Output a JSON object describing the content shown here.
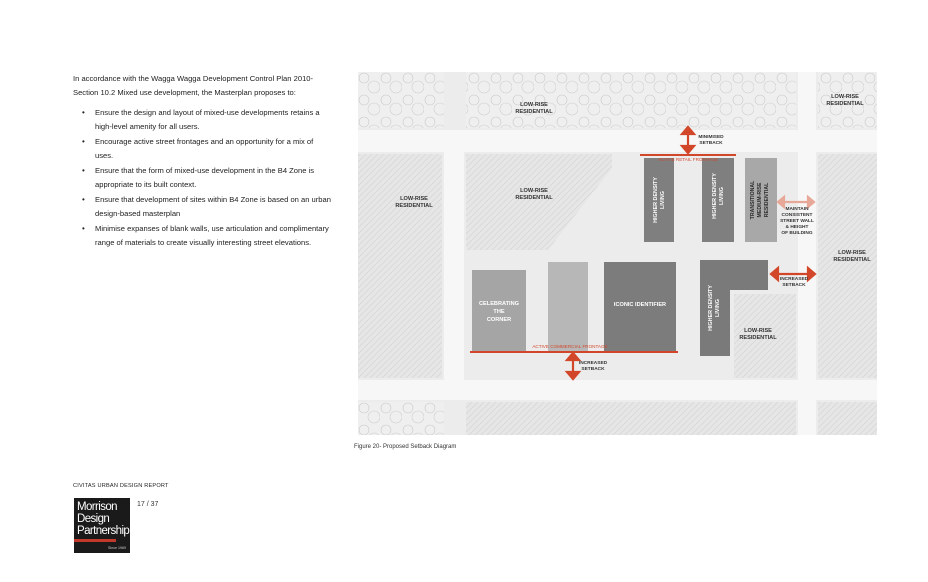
{
  "intro": "In accordance with the Wagga Wagga Development Control Plan 2010- Section 10.2 Mixed use development, the Masterplan proposes to:",
  "bullets": [
    "Ensure the design and layout of mixed-use developments retains a high-level amenity for all users.",
    "Encourage active street frontages and an opportunity for a mix of uses.",
    "Ensure that the form of mixed-use development in the B4 Zone is appropriate to its built context.",
    "Ensure that development of sites within B4 Zone is based on an urban design-based masterplan",
    "Minimise expanses of blank walls, use articulation and complimentary range of materials to create visually interesting street elevations."
  ],
  "diagram": {
    "low_rise_top": "LOW-RISE RESIDENTIAL",
    "low_rise_top_right": "LOW-RISE RESIDENTIAL",
    "low_rise_left": "LOW-RISE RESIDENTIAL",
    "low_rise_center": "LOW-RISE RESIDENTIAL",
    "low_rise_right": "LOW-RISE RESIDENTIAL",
    "low_rise_bottom_right": "LOW-RISE RESIDENTIAL",
    "higher_density_1": "HIGHER DENSITY LIVING",
    "higher_density_2": "HIGHER DENSITY LIVING",
    "higher_density_3": "HIGHER DENSITY LIVING",
    "transitional": "TRANSITIONAL MEDIUM-RISE RESIDENTIAL",
    "celebrating": "CELEBRATING THE CORNER",
    "iconic": "ICONIC IDENTIFIER",
    "active_retail": "ACTIVE RETAIL FRONTAGE",
    "active_commercial": "ACTIVE COMMERCIAL FRONTAGE",
    "minimised_setback": "MINIMISED SETBACK",
    "increased_setback_bottom": "INCREASED SETBACK",
    "increased_setback_right": "INCREASED SETBACK",
    "maintain": "MAINTAIN CONSISTENT STREET WALL & HEIGHT OF BUILDING",
    "accent_color": "#d2472a"
  },
  "caption": "Figure 20- Proposed Setback Diagram",
  "footer": {
    "report_title": "CIVITAS URBAN DESIGN REPORT",
    "page": "17 / 37",
    "logo_line1": "Morrison",
    "logo_line2": "Design",
    "logo_line3": "Partnership",
    "logo_since": "Since 1969"
  }
}
